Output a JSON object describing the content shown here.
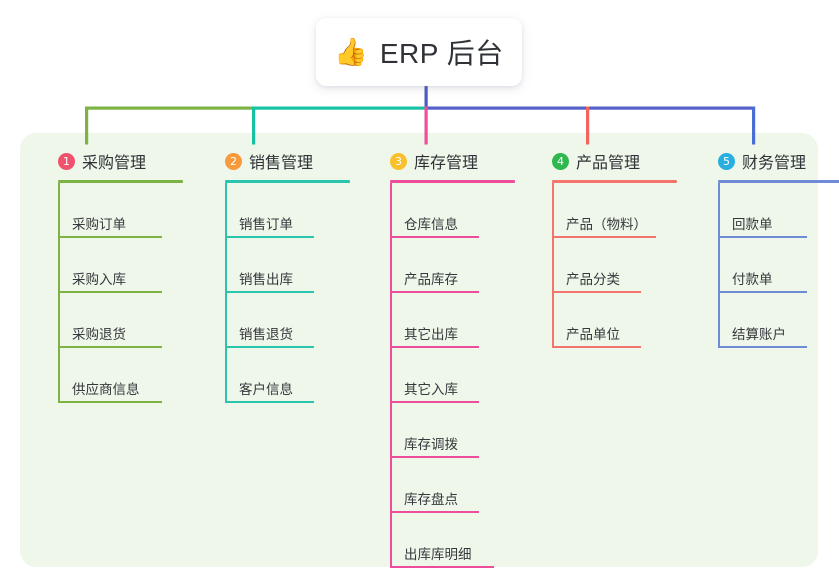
{
  "root": {
    "icon": "thumbs-up-icon",
    "emoji": "👍",
    "title": "ERP 后台"
  },
  "panel": {
    "background_color": "#eef7e9"
  },
  "connector": {
    "center_line_color": "#4a5bc4",
    "segments": [
      {
        "color": "#7cb342"
      },
      {
        "color": "#16c2a3"
      },
      {
        "color": "#5561c9"
      }
    ],
    "drops": [
      {
        "color": "#7cb342"
      },
      {
        "color": "#16c2a3"
      },
      {
        "color": "#ef4e9a"
      },
      {
        "color": "#f4645f"
      },
      {
        "color": "#4a6fd4"
      }
    ]
  },
  "columns": [
    {
      "number": "1",
      "title": "采购管理",
      "badge_color": "#f0516d",
      "line_color": "#7cb342",
      "items": [
        {
          "label": "采购订单"
        },
        {
          "label": "采购入库"
        },
        {
          "label": "采购退货"
        },
        {
          "label": "供应商信息"
        }
      ]
    },
    {
      "number": "2",
      "title": "销售管理",
      "badge_color": "#f79a3c",
      "line_color": "#2bc4af",
      "items": [
        {
          "label": "销售订单"
        },
        {
          "label": "销售出库"
        },
        {
          "label": "销售退货"
        },
        {
          "label": "客户信息"
        }
      ]
    },
    {
      "number": "3",
      "title": "库存管理",
      "badge_color": "#f8c02c",
      "line_color": "#ee4d9b",
      "items": [
        {
          "label": "仓库信息"
        },
        {
          "label": "产品库存"
        },
        {
          "label": "其它出库"
        },
        {
          "label": "其它入库"
        },
        {
          "label": "库存调拨"
        },
        {
          "label": "库存盘点"
        },
        {
          "label": "出库库明细"
        }
      ]
    },
    {
      "number": "4",
      "title": "产品管理",
      "badge_color": "#2eb84f",
      "line_color": "#f4756d",
      "items": [
        {
          "label": "产品（物料）"
        },
        {
          "label": "产品分类"
        },
        {
          "label": "产品单位"
        }
      ]
    },
    {
      "number": "5",
      "title": "财务管理",
      "badge_color": "#29aee0",
      "line_color": "#6f8bd6",
      "items": [
        {
          "label": "回款单"
        },
        {
          "label": "付款单"
        },
        {
          "label": "结算账户"
        }
      ]
    }
  ]
}
